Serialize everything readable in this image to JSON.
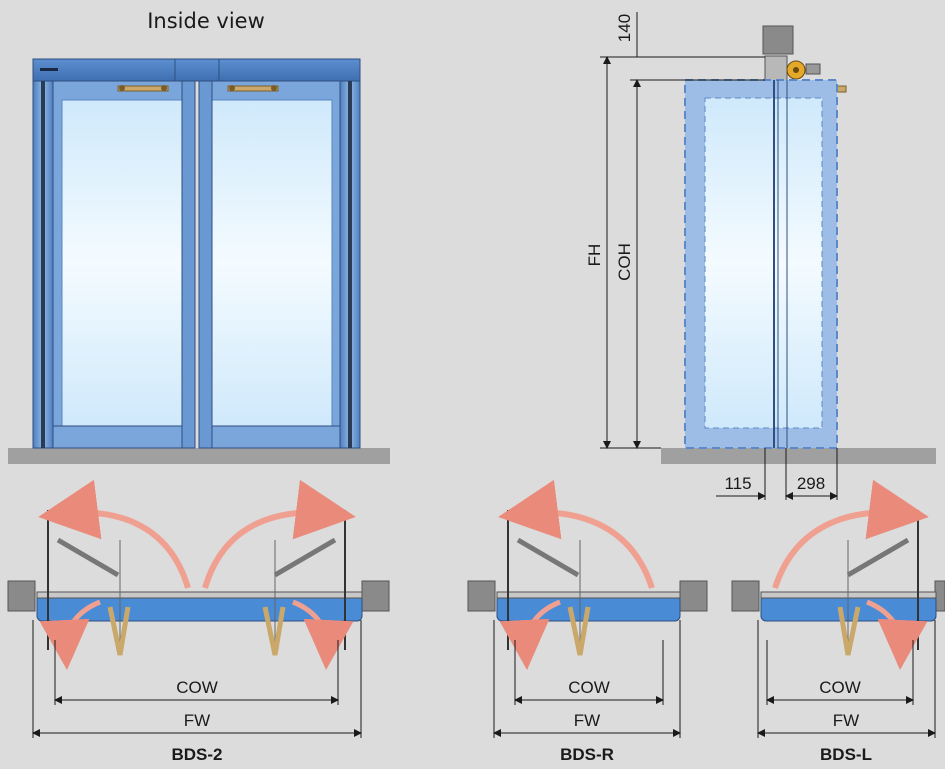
{
  "front_view": {
    "title": "Inside view"
  },
  "side_view": {
    "labels": {
      "fh": "FH",
      "coh": "COH",
      "top_offset": "140",
      "offset_a": "115",
      "offset_b": "298"
    }
  },
  "plans": [
    {
      "id": "bds2",
      "name": "BDS-2",
      "cow": "COW",
      "fw": "FW"
    },
    {
      "id": "bdsr",
      "name": "BDS-R",
      "cow": "COW",
      "fw": "FW"
    },
    {
      "id": "bdsl",
      "name": "BDS-L",
      "cow": "COW",
      "fw": "FW"
    }
  ],
  "colors": {
    "background": "#dcdcdc",
    "frame_blue": "#6a9bd8",
    "glass": "#d8f0ff",
    "operator_arm": "#c9a86a",
    "swing_arrow": "#f0a090",
    "floor": "#a0a0a0"
  }
}
